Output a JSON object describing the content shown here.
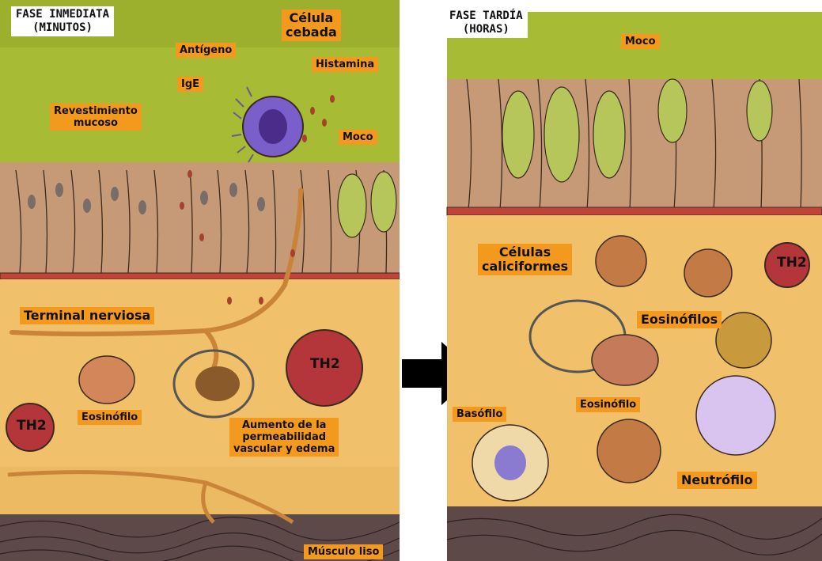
{
  "left_panel": {
    "title": "FASE INMEDIATA\n(MINUTOS)",
    "labels": {
      "celula_cebada": "Célula\ncebada",
      "antigeno": "Antígeno",
      "histamina": "Histamina",
      "ige": "IgE",
      "revestimiento": "Revestimiento\nmucoso",
      "moco": "Moco",
      "terminal": "Terminal nerviosa",
      "th2_center": "TH2",
      "th2_left": "TH2",
      "eosinofilo": "Eosinófilo",
      "aumento": "Aumento de la\npermeabilidad\nvascular y edema",
      "musculo": "Músculo liso"
    }
  },
  "right_panel": {
    "title": "FASE TARDÍA\n(HORAS)",
    "labels": {
      "moco": "Moco",
      "celulas_caliciformes": "Células\ncaliciformes",
      "th2": "TH2",
      "eosinofilos": "Eosinófilos",
      "eosinofilo": "Eosinófilo",
      "basofilo": "Basófilo",
      "neutrofilo": "Neutrófilo"
    }
  },
  "colors": {
    "mucosa_green": "#a8bb35",
    "tissue_orange": "#f0c06a",
    "epithelium_brown": "#c79a77",
    "label_orange": "#f39a1e",
    "muscle_dark": "#5d4a48",
    "arrow": "#000000"
  }
}
